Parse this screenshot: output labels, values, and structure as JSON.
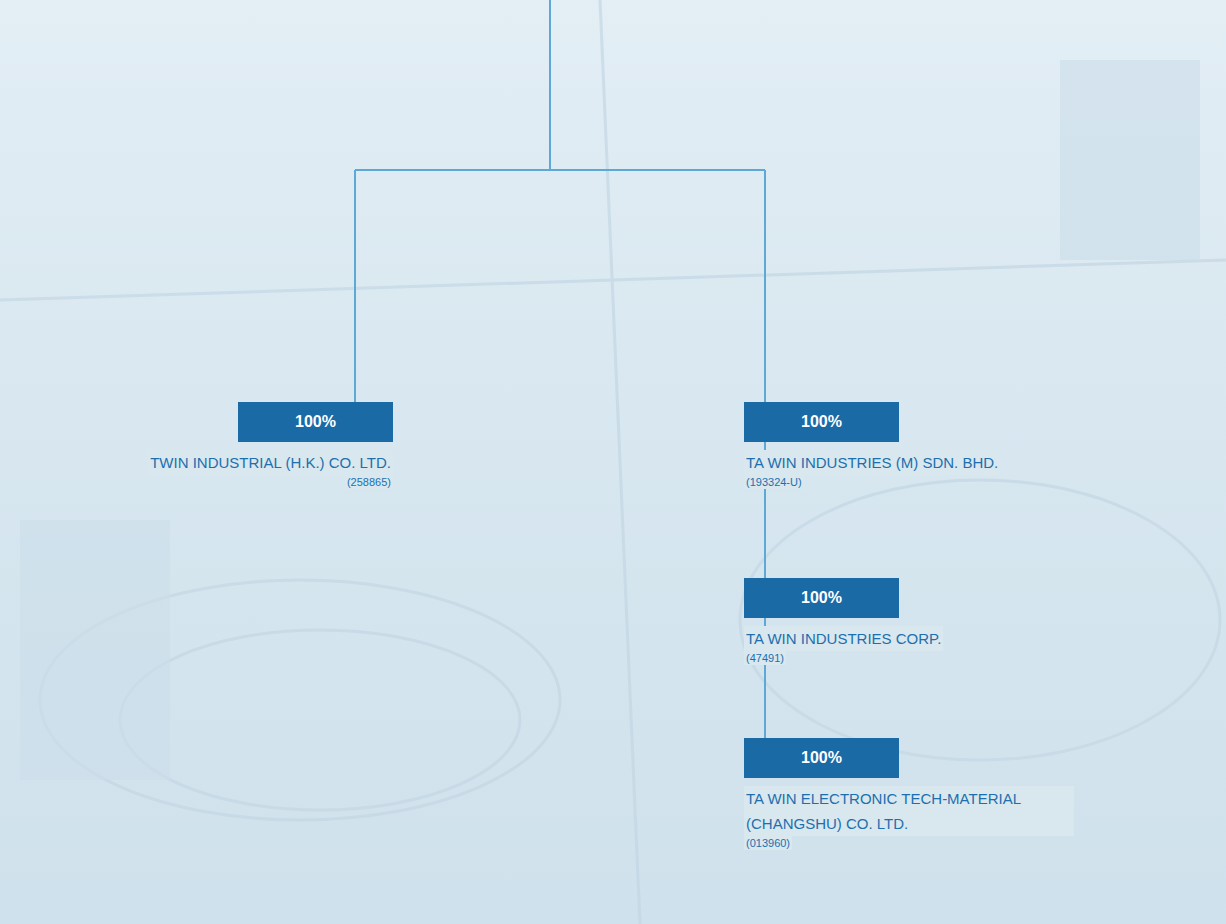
{
  "diagram": {
    "nodes": [
      {
        "text": [
          "100%",
          "TWIN INDUSTRIAL (H.K.) CO. LTD.",
          "(258865)"
        ]
      },
      {
        "text": [
          "100%",
          "TA WIN INDUSTRIES (M) SDN. BHD.",
          "(193324-U)"
        ]
      },
      {
        "text": [
          "100%",
          "TA WIN INDUSTRIES CORP.",
          "(47491)"
        ]
      },
      {
        "text": [
          "100%",
          "TA WIN ELECTRONIC TECH-MATERIAL (CHANGSHU) CO. LTD.",
          "(013960)"
        ]
      }
    ],
    "edges": [
      {
        "from": 1,
        "to": 2,
        "arrow": "none"
      },
      {
        "from": 2,
        "to": 3,
        "arrow": "none"
      }
    ]
  }
}
